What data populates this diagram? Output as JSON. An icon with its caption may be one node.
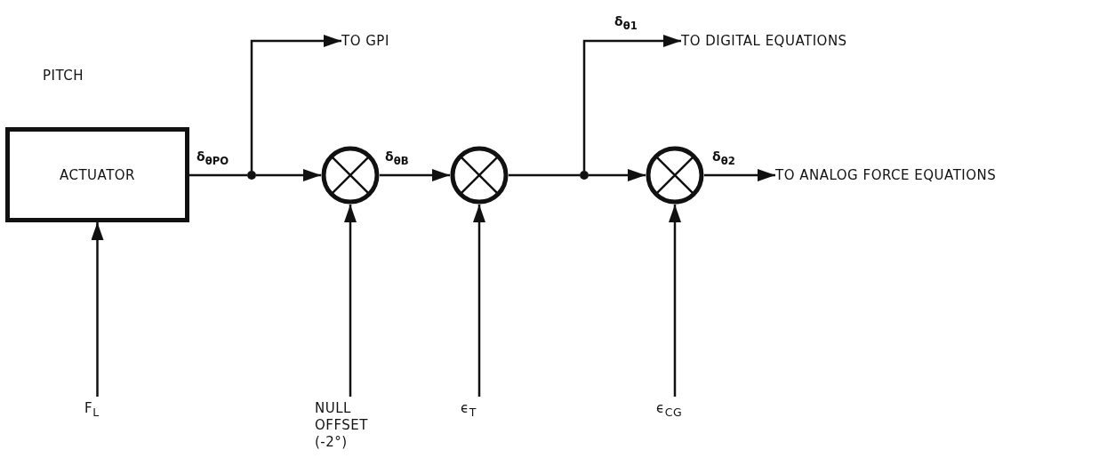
{
  "diagram": {
    "nodes": [
      {
        "text": [
          "ACTUATOR"
        ]
      },
      {
        "text": [],
        "shape": "circle"
      },
      {
        "text": [],
        "shape": "circle"
      },
      {
        "text": [],
        "shape": "circle"
      },
      {
        "text": [],
        "shape": "circle"
      },
      {
        "text": [],
        "shape": "circle"
      },
      {
        "text": [
          "TO GPI"
        ]
      },
      {
        "text": [
          "TO DIGITAL EQUATIONS"
        ]
      },
      {
        "text": [
          "TO ANALOG FORCE EQUATIONS"
        ]
      },
      {
        "text": [
          "F$_{L}$"
        ]
      },
      {
        "text": [
          "NULL OFFSET (-2°)"
        ]
      },
      {
        "text": [
          "ϵ$_{T}$"
        ]
      },
      {
        "text": [
          "ϵ$_{CG}$"
        ]
      }
    ],
    "edges": [
      {
        "from": 0,
        "to": 1,
        "arrow": "none",
        "label": "δ$_{θPO}$"
      },
      {
        "from": 1,
        "to": 2,
        "arrow": "to"
      },
      {
        "from": 1,
        "to": 6,
        "arrow": "to"
      },
      {
        "from": 2,
        "to": 3,
        "arrow": "to",
        "label": "δ$_{θB}$"
      },
      {
        "from": 3,
        "to": 4,
        "arrow": "none"
      },
      {
        "from": 4,
        "to": 5,
        "arrow": "to"
      },
      {
        "from": 4,
        "to": 7,
        "arrow": "to",
        "label": "δ$_{θ1}$"
      },
      {
        "from": 5,
        "to": 8,
        "arrow": "to",
        "label": "δ$_{θ2}$"
      },
      {
        "from": 9,
        "to": 0,
        "arrow": "to"
      },
      {
        "from": 10,
        "to": 2,
        "arrow": "to"
      },
      {
        "from": 11,
        "to": 3,
        "arrow": "to"
      },
      {
        "from": 12,
        "to": 5,
        "arrow": "to"
      }
    ],
    "labels": [
      "PITCH"
    ]
  }
}
